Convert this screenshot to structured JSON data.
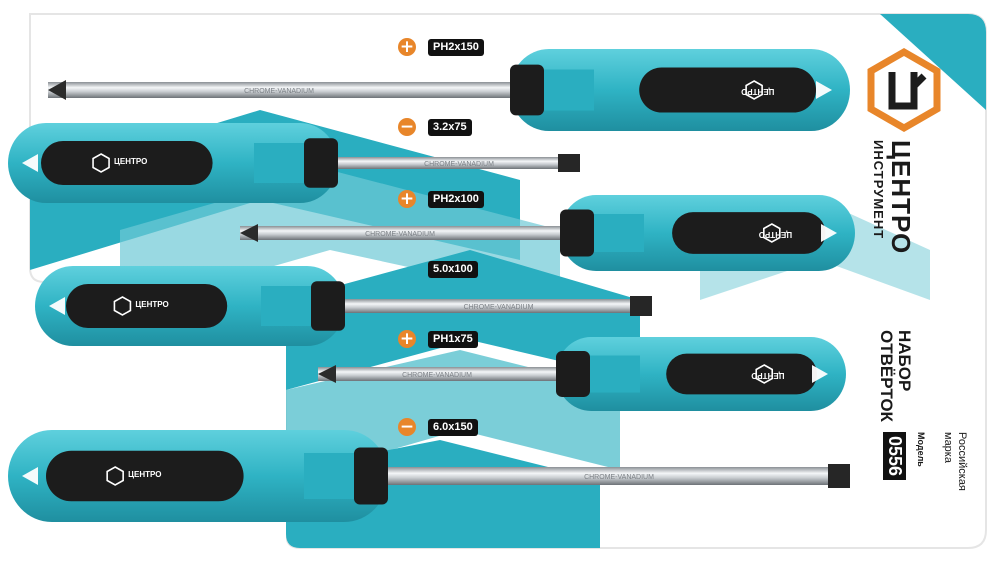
{
  "brand": {
    "name": "ЦЕНТРО",
    "subname": "ИНСТРУМЕНТ",
    "accent": "#2aaec0",
    "orange": "#e8862a",
    "dark": "#1c1c1c"
  },
  "product": {
    "title_line1": "НАБОР",
    "title_line2": "ОТВЁРТОК",
    "model_label": "Модель",
    "model_number": "0556",
    "origin_line1": "Российская",
    "origin_line2": "марка"
  },
  "screwdrivers": [
    {
      "size": "PH2x150",
      "type": "phillips",
      "symbol": "+"
    },
    {
      "size": "3.2x75",
      "type": "slotted",
      "symbol": "−"
    },
    {
      "size": "PH2x100",
      "type": "phillips",
      "symbol": "+"
    },
    {
      "size": "5.0x100",
      "type": "slotted",
      "symbol": ""
    },
    {
      "size": "PH1x75",
      "type": "phillips",
      "symbol": "+"
    },
    {
      "size": "6.0x150",
      "type": "slotted",
      "symbol": "−"
    }
  ],
  "shaft_marking": "CHROME-VANADIUM"
}
